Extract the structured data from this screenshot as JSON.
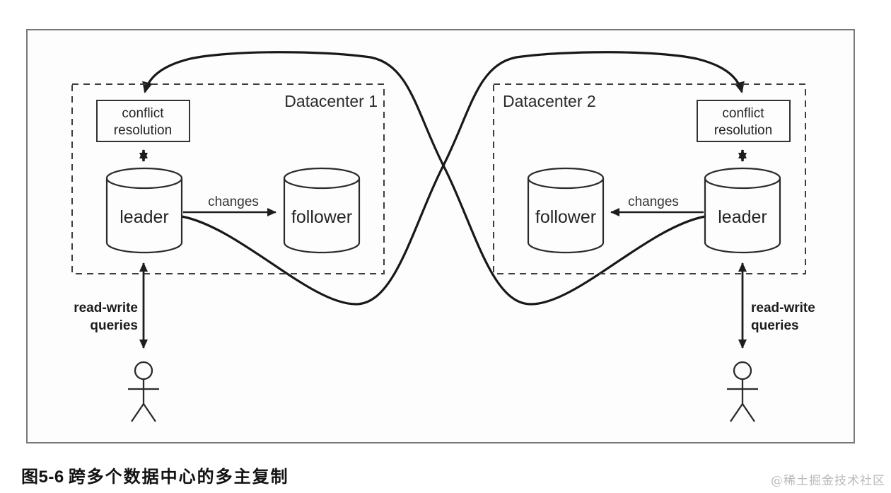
{
  "figure": {
    "caption": {
      "prefix": "图5-6",
      "text": "跨多个数据中心的多主复制"
    },
    "watermark": "@稀土掘金技术社区"
  },
  "diagram": {
    "dc1": {
      "title": "Datacenter 1",
      "conflict_line1": "conflict",
      "conflict_line2": "resolution",
      "leader": "leader",
      "follower": "follower",
      "changes": "changes",
      "queries_line1": "read-write",
      "queries_line2": "queries"
    },
    "dc2": {
      "title": "Datacenter 2",
      "conflict_line1": "conflict",
      "conflict_line2": "resolution",
      "leader": "leader",
      "follower": "follower",
      "changes": "changes",
      "queries_line1": "read-write",
      "queries_line2": "queries"
    }
  },
  "colors": {
    "ink": "#1d1d1d",
    "frame_border": "#787878",
    "dashed_border": "#3d3d3d",
    "watermark": "#b9b9b9",
    "background": "#ffffff"
  }
}
